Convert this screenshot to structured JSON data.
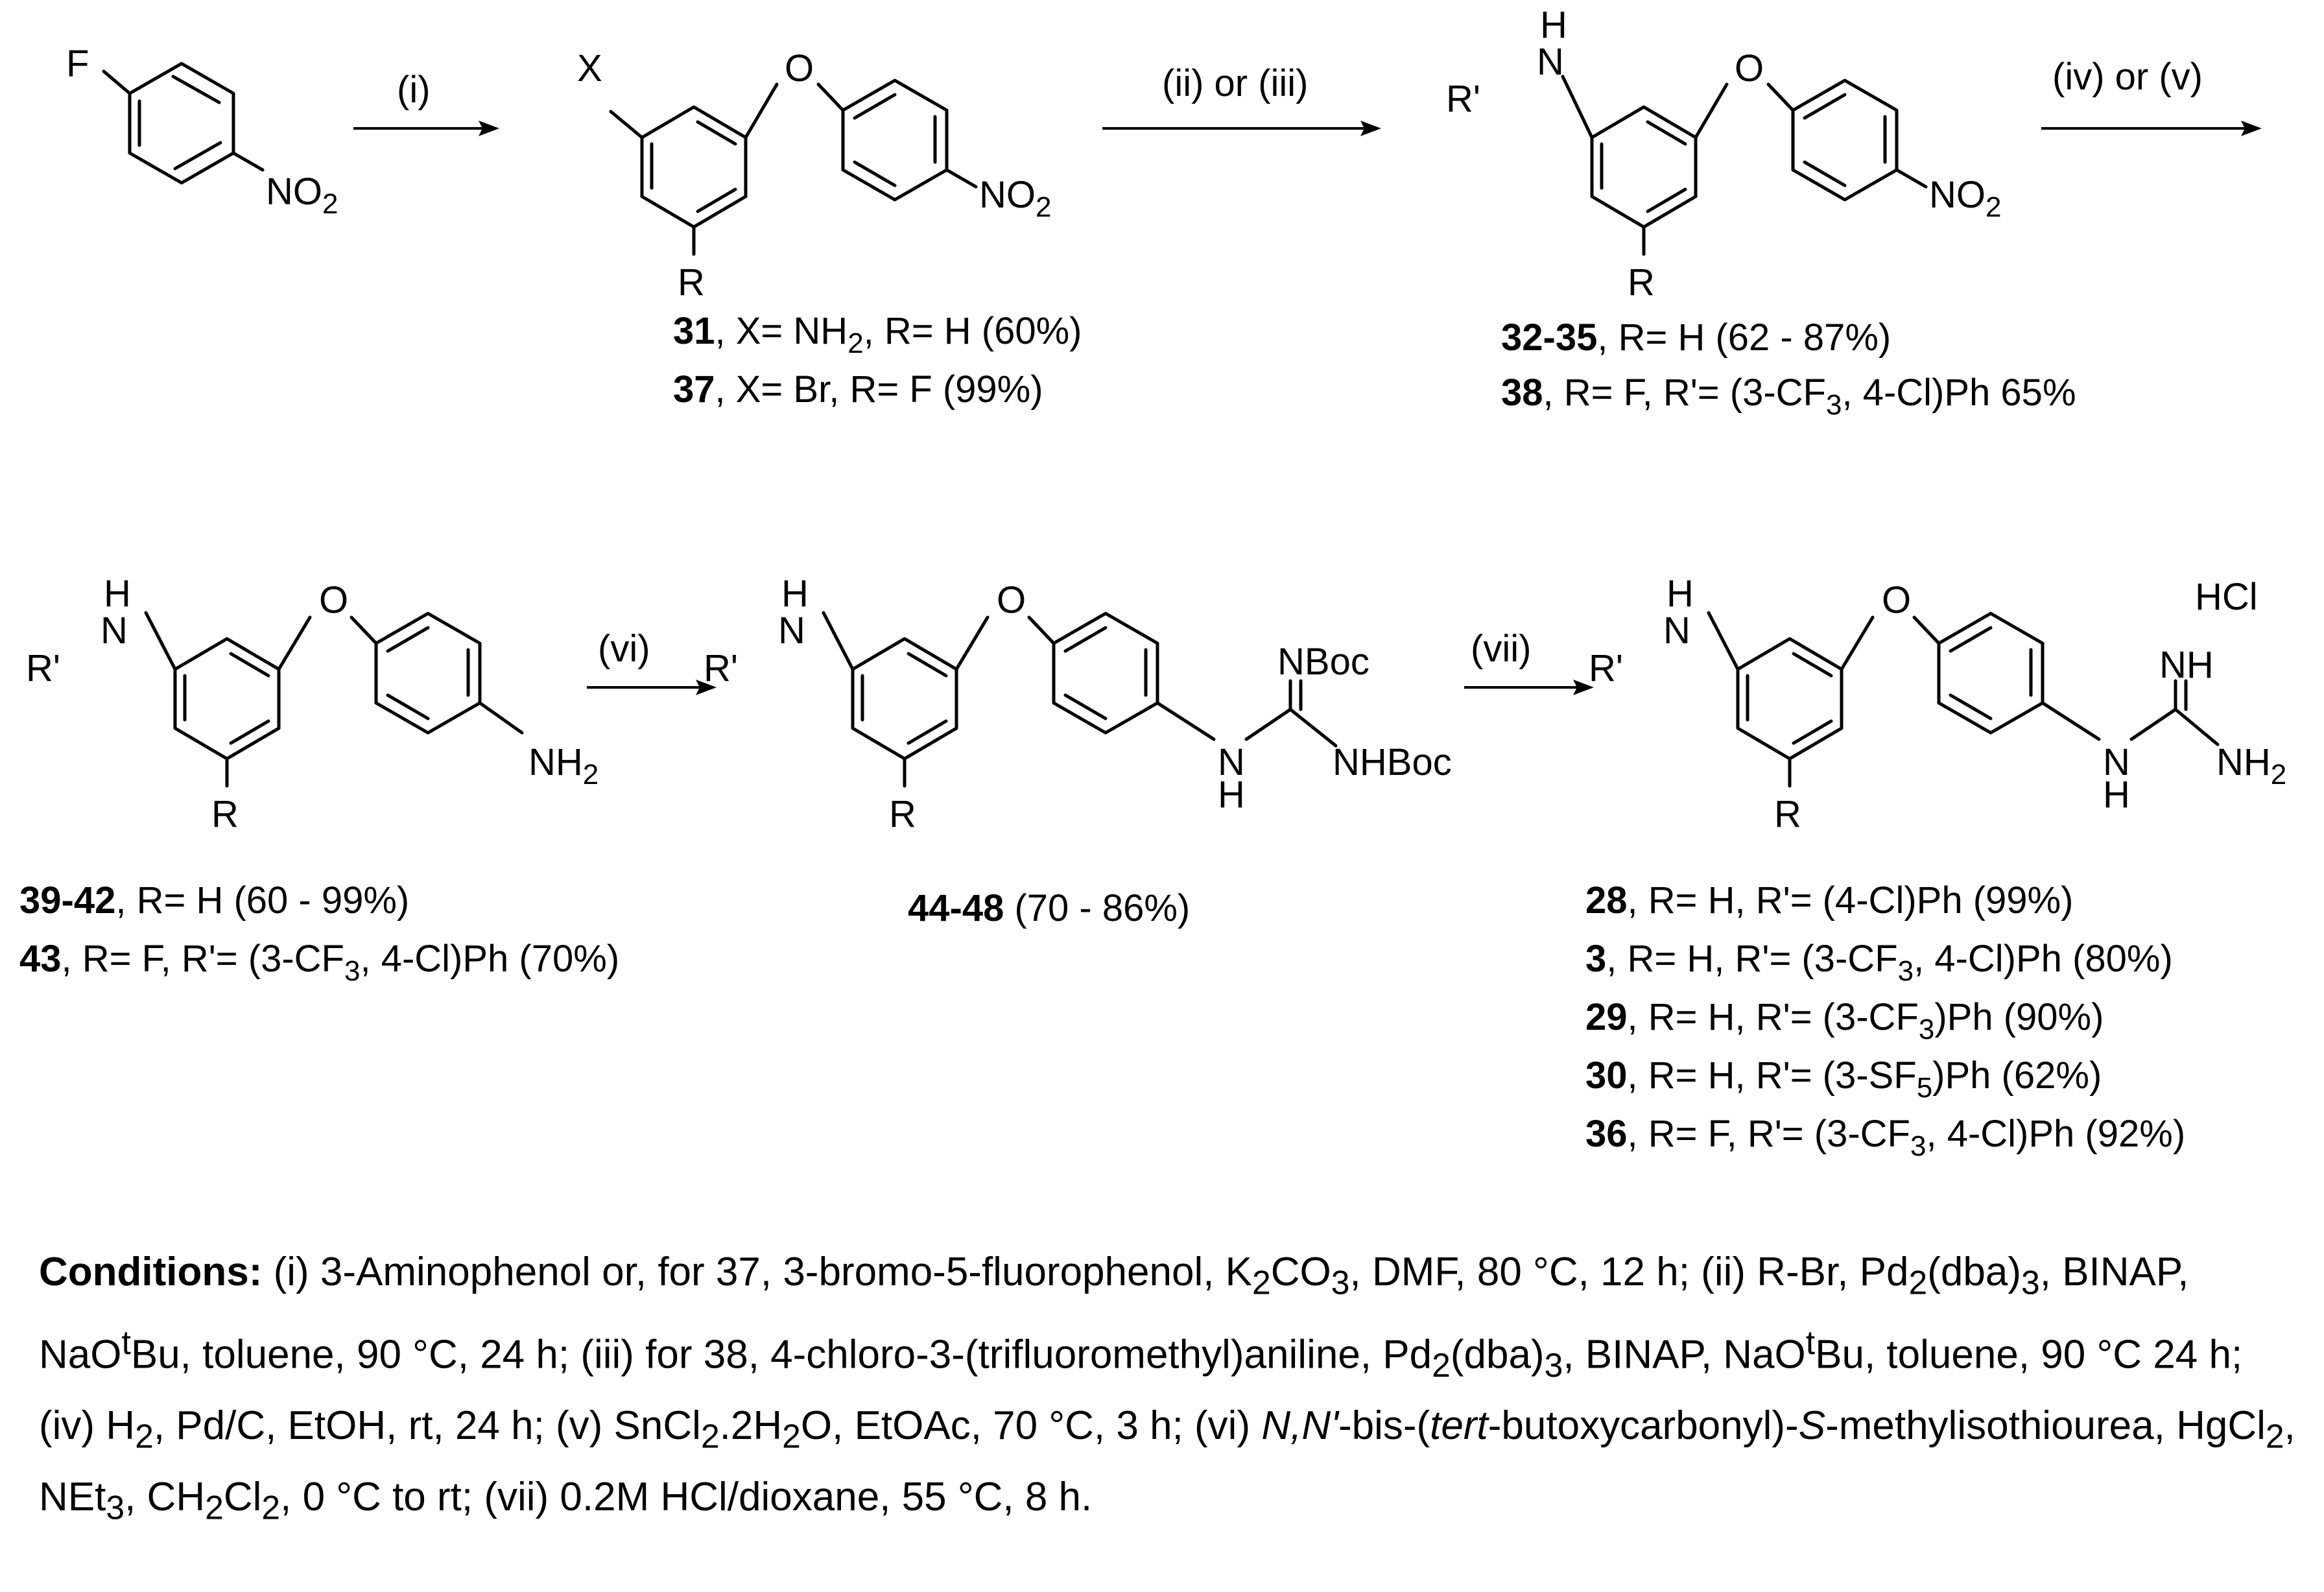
{
  "structures": {
    "s1": {
      "F": "F",
      "NO": "NO",
      "sub2": "2"
    },
    "s2": {
      "X": "X",
      "O": "O",
      "NO": "NO",
      "sub2": "2",
      "R": "R"
    },
    "s3": {
      "H": "H",
      "N": "N",
      "Rp": "R'",
      "O": "O",
      "NO": "NO",
      "sub2": "2",
      "R": "R"
    },
    "s4": {
      "H": "H",
      "N": "N",
      "Rp": "R'",
      "O": "O",
      "NH": "NH",
      "sub2": "2",
      "R": "R"
    },
    "s5": {
      "H": "H",
      "N": "N",
      "Rp": "R'",
      "O": "O",
      "NBoc": "NBoc",
      "NHBoc": "NHBoc",
      "N2": "N",
      "H2": "H",
      "R": "R"
    },
    "s6": {
      "H": "H",
      "N": "N",
      "Rp": "R'",
      "O": "O",
      "HCl": "HCl",
      "NH": "NH",
      "N2": "N",
      "NH2": "NH",
      "sub2": "2",
      "H2": "H",
      "R": "R"
    }
  },
  "arrows": [
    "(i)",
    "(ii) or (iii)",
    "(iv) or (v)",
    "(vi)",
    "(vii)"
  ],
  "labels": {
    "l31": {
      "num": "31",
      "a": ", X= NH",
      "sub": "2",
      "b": ", R= H (60%)"
    },
    "l37": {
      "num": "37",
      "a": ", X= Br, R= F (99%)"
    },
    "l3235": {
      "num": "32-35",
      "a": ", R= H (62 - 87%)"
    },
    "l38": {
      "num": "38",
      "a": ", R= F, R'= (3-CF",
      "sub": "3",
      "b": ", 4-Cl)Ph 65%"
    },
    "l3942": {
      "num": "39-42",
      "a": ", R= H (60 - 99%)"
    },
    "l43": {
      "num": "43",
      "a": ", R= F, R'= (3-CF",
      "sub": "3",
      "b": ", 4-Cl)Ph (70%)"
    },
    "l4448": {
      "num": "44-48",
      "a": " (70 - 86%)"
    },
    "l28": {
      "num": "28",
      "a": ", R= H, R'= (4-Cl)Ph (99%)"
    },
    "l3": {
      "num": "3",
      "a": ", R= H, R'= (3-CF",
      "sub": "3",
      "b": ", 4-Cl)Ph (80%)"
    },
    "l29": {
      "num": "29",
      "a": ", R= H, R'= (3-CF",
      "sub": "3",
      "b": ")Ph (90%)"
    },
    "l30": {
      "num": "30",
      "a": ", R= H, R'= (3-SF",
      "sub": "5",
      "b": ")Ph (62%)"
    },
    "l36": {
      "num": "36",
      "a": ", R= F, R'= (3-CF",
      "sub": "3",
      "b": ", 4-Cl)Ph (92%)"
    }
  },
  "conditions": {
    "title": "Conditions:",
    "t1": " (i) 3-Aminophenol or, for 37, 3-bromo-5-fluorophenol, K",
    "s1": "2",
    "t2": "CO",
    "s2": "3",
    "t3": ", DMF, 80 °C, 12 h; (ii) R-Br, Pd",
    "s3": "2",
    "t4": "(dba)",
    "s4": "3",
    "t5": ", BINAP, NaO",
    "sup1": "t",
    "t6": "Bu, toluene, 90 °C, 24 h; (iii) for 38, 4-chloro-3-(trifluoromethyl)aniline, Pd",
    "s5": "2",
    "t7": "(dba)",
    "s6": "3",
    "t8": ", BINAP, NaO",
    "sup2": "t",
    "t9": "Bu, toluene, 90 °C 24 h; (iv) H",
    "s7": "2",
    "t10": ", Pd/C, EtOH, rt, 24 h; (v) SnCl",
    "s8": "2",
    "t11": ".2H",
    "s9": "2",
    "t12": "O, EtOAc, 70 °C, 3 h; (vi) ",
    "i1": "N,N'",
    "t13": "-bis-(",
    "i2": "tert",
    "t14": "-butoxycarbonyl)-",
    "i3": "S",
    "t15": "-methylisothiourea, HgCl",
    "s10": "2",
    "t16": ", NEt",
    "s11": "3",
    "t17": ", CH",
    "s12": "2",
    "t18": "Cl",
    "s13": "2",
    "t19": ", 0 °C to rt; (vii) 0.2M HCl/dioxane, 55 °C, 8 h."
  }
}
